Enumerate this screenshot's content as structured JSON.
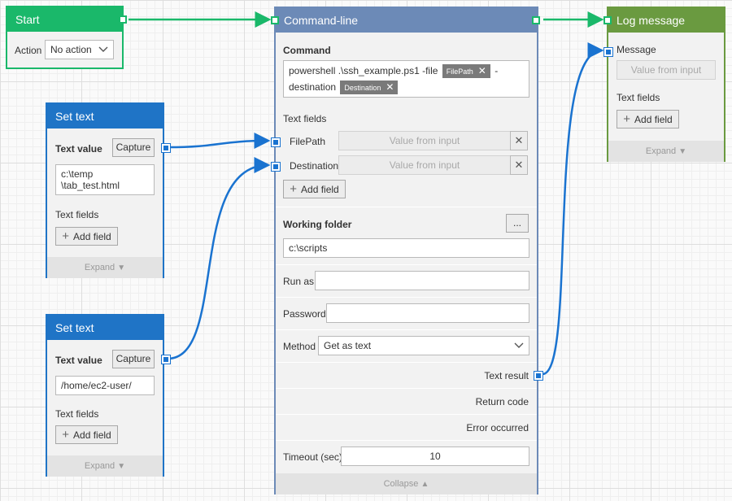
{
  "start_node": {
    "title": "Start",
    "action_label": "Action",
    "action_value": "No action"
  },
  "set_text_1": {
    "title": "Set text",
    "text_value_label": "Text value",
    "capture_label": "Capture",
    "value_line1": "c:\\temp",
    "value_line2": "\\tab_test.html",
    "text_fields_label": "Text fields",
    "add_field_label": "Add field",
    "expand_label": "Expand"
  },
  "set_text_2": {
    "title": "Set text",
    "text_value_label": "Text value",
    "capture_label": "Capture",
    "value": "/home/ec2-user/",
    "text_fields_label": "Text fields",
    "add_field_label": "Add field",
    "expand_label": "Expand"
  },
  "command_line": {
    "title": "Command-line",
    "command_label": "Command",
    "command_text_1": "powershell .\\ssh_example.ps1 -file",
    "command_token_1": "FilePath",
    "command_text_2": "-",
    "command_text_3": "destination",
    "command_token_2": "Destination",
    "text_fields_label": "Text fields",
    "fields": [
      {
        "name": "FilePath",
        "placeholder": "Value from input"
      },
      {
        "name": "Destination",
        "placeholder": "Value from input"
      }
    ],
    "add_field_label": "Add field",
    "working_folder_label": "Working folder",
    "browse_label": "...",
    "working_folder_value": "c:\\scripts",
    "run_as_label": "Run as",
    "password_label": "Password",
    "method_label": "Method",
    "method_value": "Get as text",
    "outputs": {
      "text_result": "Text result",
      "return_code": "Return code",
      "error_occurred": "Error occurred"
    },
    "timeout_label": "Timeout (sec)",
    "timeout_value": "10",
    "collapse_label": "Collapse"
  },
  "log_message": {
    "title": "Log message",
    "message_label": "Message",
    "message_placeholder": "Value from input",
    "text_fields_label": "Text fields",
    "add_field_label": "Add field",
    "expand_label": "Expand"
  },
  "colors": {
    "start": "#1ab86a",
    "set_text": "#1f74c6",
    "command_line": "#6c8ab7",
    "log_message": "#6a9a40",
    "wire_blue": "#1a73d0"
  }
}
